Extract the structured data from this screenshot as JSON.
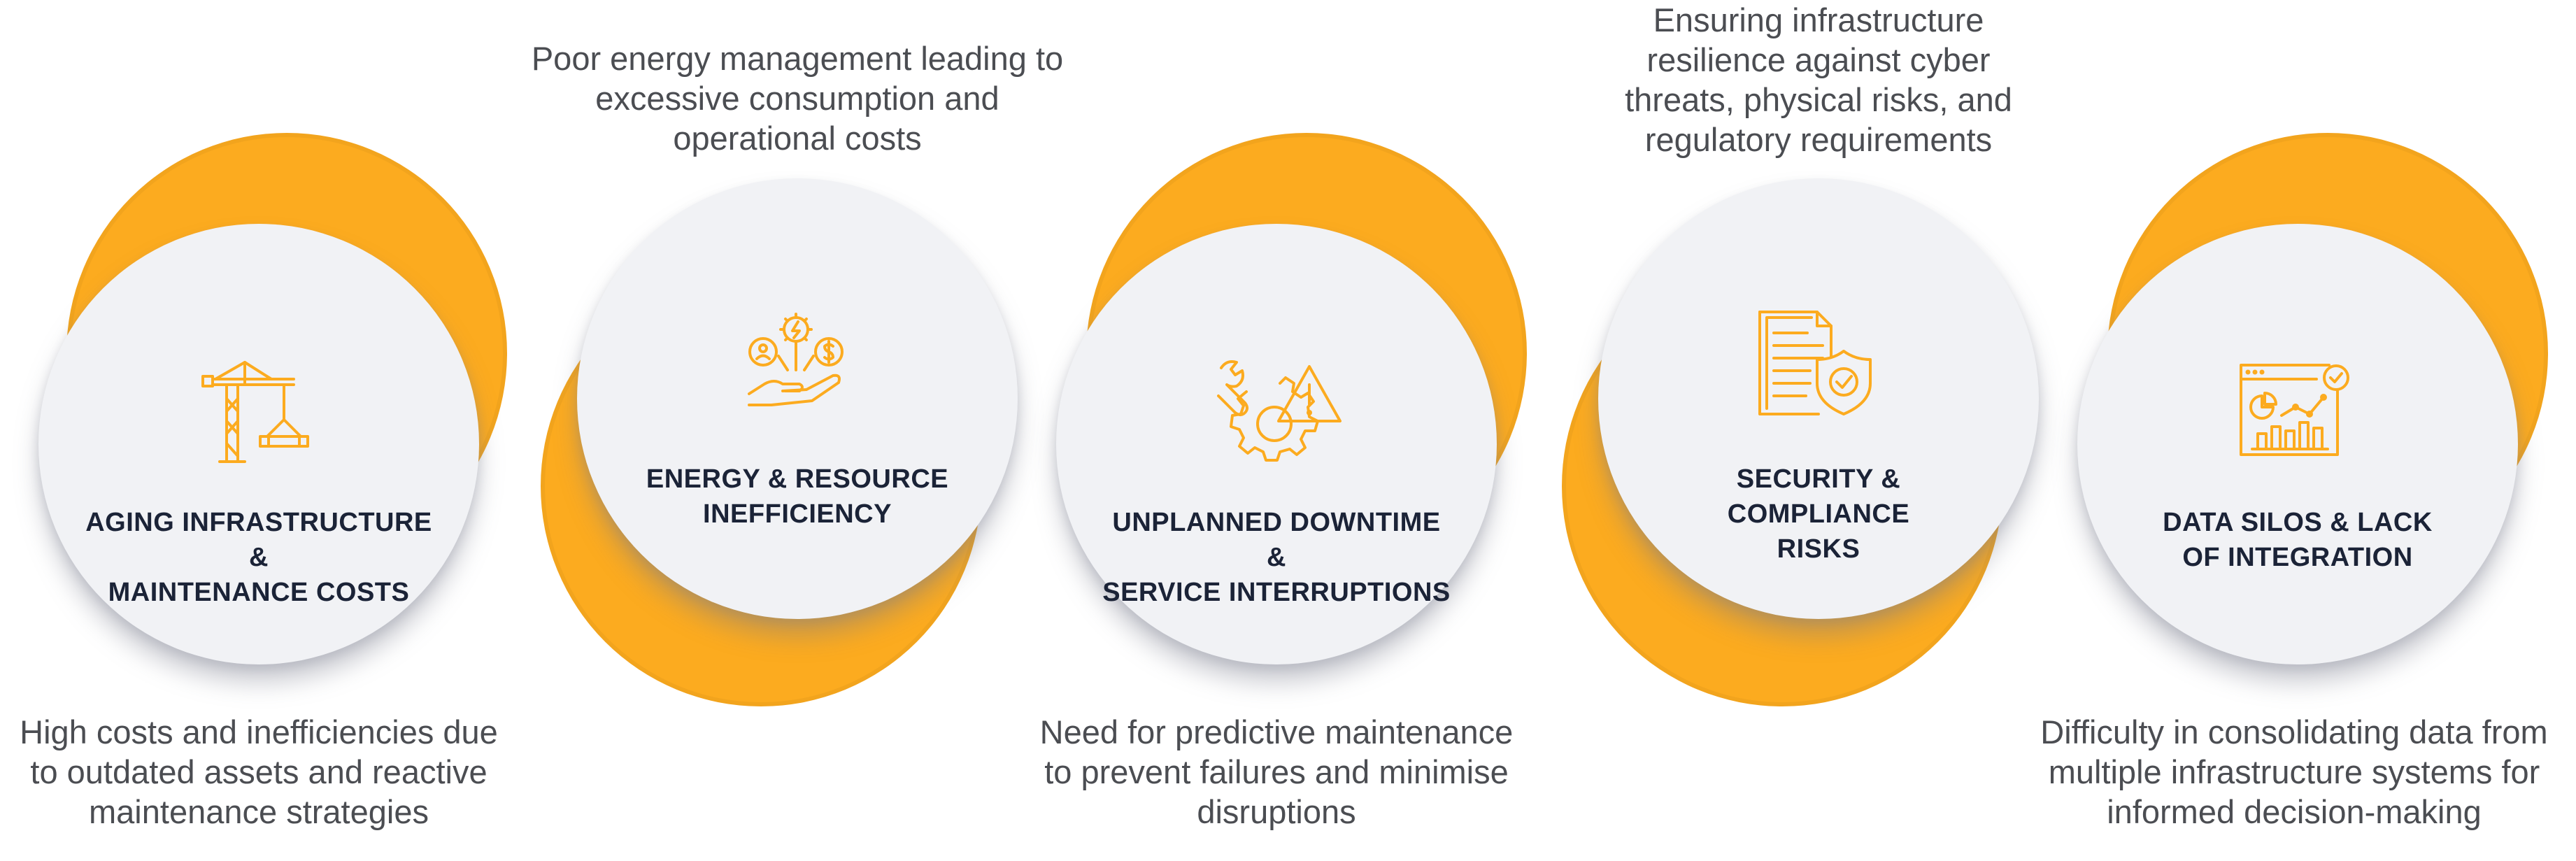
{
  "colors": {
    "accent": "#fcab1f",
    "circle": "#f1f2f5",
    "title": "#1b2337",
    "text": "#4b4d52"
  },
  "steps": [
    {
      "title_lines": [
        "AGING INFRASTRUCTURE &",
        "MAINTENANCE COSTS"
      ],
      "desc_lines": [
        "High costs and inefficiencies due",
        "to outdated assets and reactive",
        "maintenance strategies"
      ],
      "icon": "construction-crane-icon"
    },
    {
      "title_lines": [
        "ENERGY & RESOURCE",
        "INEFFICIENCY"
      ],
      "desc_lines": [
        "Poor energy management leading to",
        "excessive consumption and",
        "operational costs"
      ],
      "icon": "energy-cost-hand-icon"
    },
    {
      "title_lines": [
        "UNPLANNED DOWNTIME &",
        "SERVICE INTERRUPTIONS"
      ],
      "desc_lines": [
        "Need for predictive maintenance",
        "to prevent failures and minimise",
        "disruptions"
      ],
      "icon": "gear-wrench-warning-icon"
    },
    {
      "title_lines": [
        "SECURITY & COMPLIANCE",
        "RISKS"
      ],
      "desc_lines": [
        "Ensuring infrastructure",
        "resilience against cyber",
        "threats, physical risks, and",
        "regulatory requirements"
      ],
      "icon": "document-shield-icon"
    },
    {
      "title_lines": [
        "DATA SILOS & LACK",
        "OF INTEGRATION"
      ],
      "desc_lines": [
        "Difficulty in consolidating data from",
        "multiple infrastructure systems for",
        "informed decision-making"
      ],
      "icon": "dashboard-analytics-icon"
    }
  ]
}
